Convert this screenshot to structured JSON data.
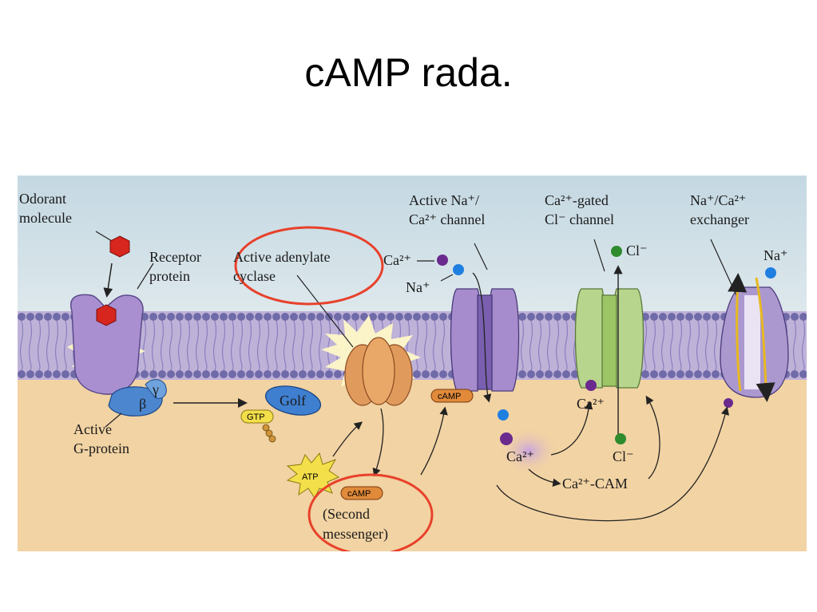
{
  "slide": {
    "title": "cAMP rada."
  },
  "labels": {
    "odorant_line1": "Odorant",
    "odorant_line2": "molecule",
    "receptor_line1": "Receptor",
    "receptor_line2": "protein",
    "adenylate_line1": "Active adenylate",
    "adenylate_line2": "cyclase",
    "na_ca_channel_line1": "Active Na⁺/",
    "na_ca_channel_line2": "Ca²⁺ channel",
    "cl_channel_line1": "Ca²⁺-gated",
    "cl_channel_line2": "Cl⁻ channel",
    "exchanger_line1": "Na⁺/Ca²⁺",
    "exchanger_line2": "exchanger",
    "g_protein_line1": "Active",
    "g_protein_line2": "G-protein",
    "gamma": "γ",
    "beta": "β",
    "golf": "Golf",
    "gtp": "GTP",
    "atp": "ATP",
    "camp_channel": "cAMP",
    "camp_second": "cAMP",
    "second_line1": "(Second",
    "second_line2": "messenger)",
    "ca_ion_top": "Ca²⁺",
    "na_ion_top": "Na⁺",
    "cl_ion_top": "Cl⁻",
    "na_ion_right": "Na⁺",
    "ca_ion_cl_channel": "Ca²⁺",
    "ca_ion_center": "Ca²⁺",
    "cl_ion_bottom": "Cl⁻",
    "ca_cam": "Ca²⁺-CAM"
  },
  "colors": {
    "extracellular": "#c9dde6",
    "cytoplasm": "#f2d3a3",
    "membrane": "#6f6aa8",
    "receptor": "#a98fd0",
    "g_beta": "#4c86cf",
    "adenylate": "#e09a5c",
    "na_channel": "#a68ccc",
    "cl_channel": "#b7d58d",
    "exchanger": "#ab98cf",
    "highlight_circle": "#e8412b",
    "odorant": "#d6261d",
    "ion_blue": "#1f7fe0",
    "ion_purple": "#6a2a8e",
    "ion_green": "#2e8b2e"
  }
}
